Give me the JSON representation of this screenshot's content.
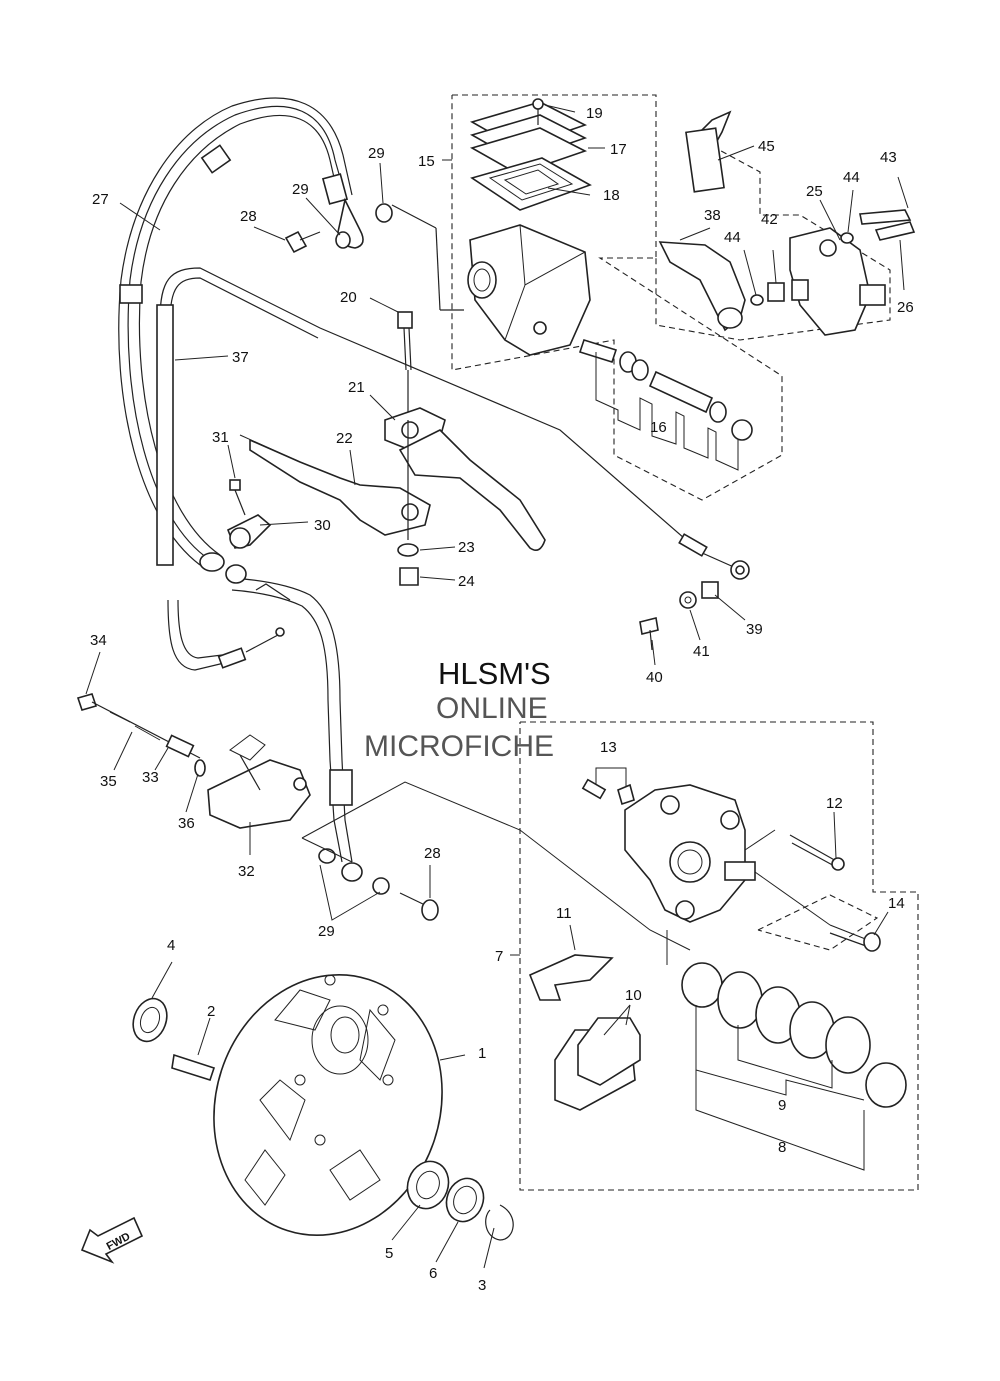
{
  "diagram": {
    "callouts": [
      {
        "id": "c1",
        "label": "1"
      },
      {
        "id": "c2",
        "label": "2"
      },
      {
        "id": "c3",
        "label": "3"
      },
      {
        "id": "c4",
        "label": "4"
      },
      {
        "id": "c5",
        "label": "5"
      },
      {
        "id": "c6",
        "label": "6"
      },
      {
        "id": "c7",
        "label": "7"
      },
      {
        "id": "c8",
        "label": "8"
      },
      {
        "id": "c9",
        "label": "9"
      },
      {
        "id": "c10",
        "label": "10"
      },
      {
        "id": "c11",
        "label": "11"
      },
      {
        "id": "c12",
        "label": "12"
      },
      {
        "id": "c13",
        "label": "13"
      },
      {
        "id": "c14",
        "label": "14"
      },
      {
        "id": "c15",
        "label": "15"
      },
      {
        "id": "c16",
        "label": "16"
      },
      {
        "id": "c17",
        "label": "17"
      },
      {
        "id": "c18",
        "label": "18"
      },
      {
        "id": "c19",
        "label": "19"
      },
      {
        "id": "c20",
        "label": "20"
      },
      {
        "id": "c21",
        "label": "21"
      },
      {
        "id": "c22",
        "label": "22"
      },
      {
        "id": "c23",
        "label": "23"
      },
      {
        "id": "c24",
        "label": "24"
      },
      {
        "id": "c25",
        "label": "25"
      },
      {
        "id": "c26",
        "label": "26"
      },
      {
        "id": "c27",
        "label": "27"
      },
      {
        "id": "c28a",
        "label": "28"
      },
      {
        "id": "c28b",
        "label": "28"
      },
      {
        "id": "c29a",
        "label": "29"
      },
      {
        "id": "c29b",
        "label": "29"
      },
      {
        "id": "c29c",
        "label": "29"
      },
      {
        "id": "c30",
        "label": "30"
      },
      {
        "id": "c31",
        "label": "31"
      },
      {
        "id": "c32",
        "label": "32"
      },
      {
        "id": "c33",
        "label": "33"
      },
      {
        "id": "c34",
        "label": "34"
      },
      {
        "id": "c35",
        "label": "35"
      },
      {
        "id": "c36",
        "label": "36"
      },
      {
        "id": "c37",
        "label": "37"
      },
      {
        "id": "c38",
        "label": "38"
      },
      {
        "id": "c39",
        "label": "39"
      },
      {
        "id": "c40",
        "label": "40"
      },
      {
        "id": "c41",
        "label": "41"
      },
      {
        "id": "c42",
        "label": "42"
      },
      {
        "id": "c43",
        "label": "43"
      },
      {
        "id": "c44a",
        "label": "44"
      },
      {
        "id": "c44b",
        "label": "44"
      },
      {
        "id": "c45",
        "label": "45"
      }
    ],
    "watermark": {
      "line1": "HLSM'S",
      "line2": "ONLINE",
      "line3": "MICROFICHE"
    },
    "direction_label": "FWD"
  }
}
